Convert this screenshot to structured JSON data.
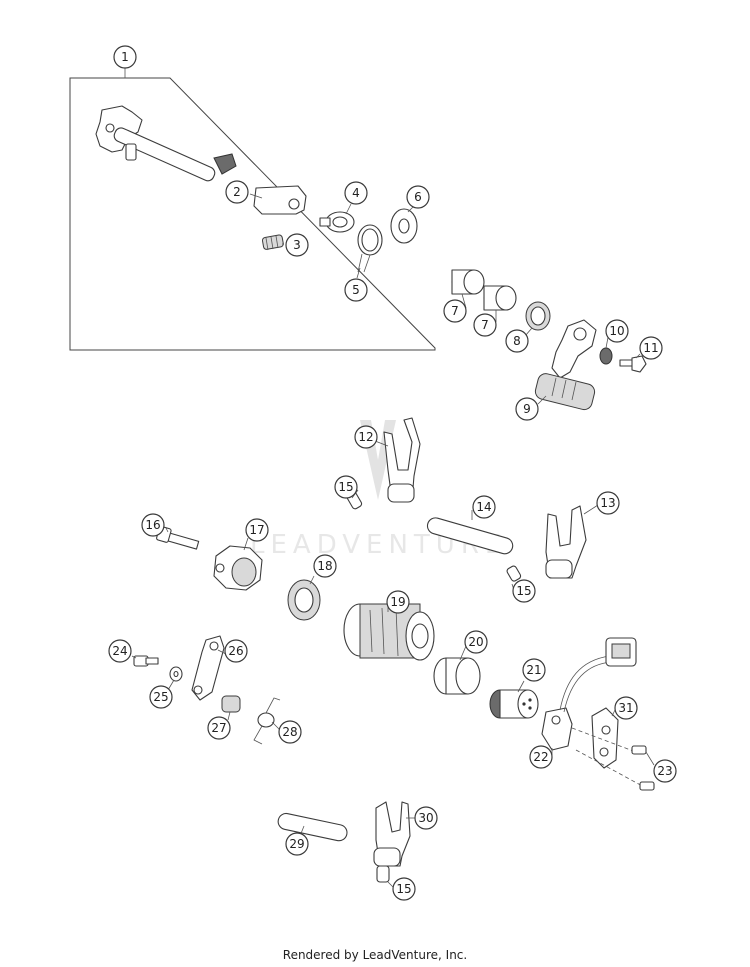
{
  "watermark": "LEADVENTURE",
  "footer": {
    "credit": "Rendered by LeadVenture, Inc."
  },
  "callouts": [
    "1",
    "2",
    "3",
    "4",
    "5",
    "6",
    "7",
    "7",
    "8",
    "9",
    "10",
    "11",
    "12",
    "13",
    "14",
    "15",
    "15",
    "15",
    "16",
    "17",
    "18",
    "19",
    "20",
    "21",
    "22",
    "23",
    "24",
    "25",
    "26",
    "27",
    "28",
    "29",
    "30",
    "31"
  ]
}
